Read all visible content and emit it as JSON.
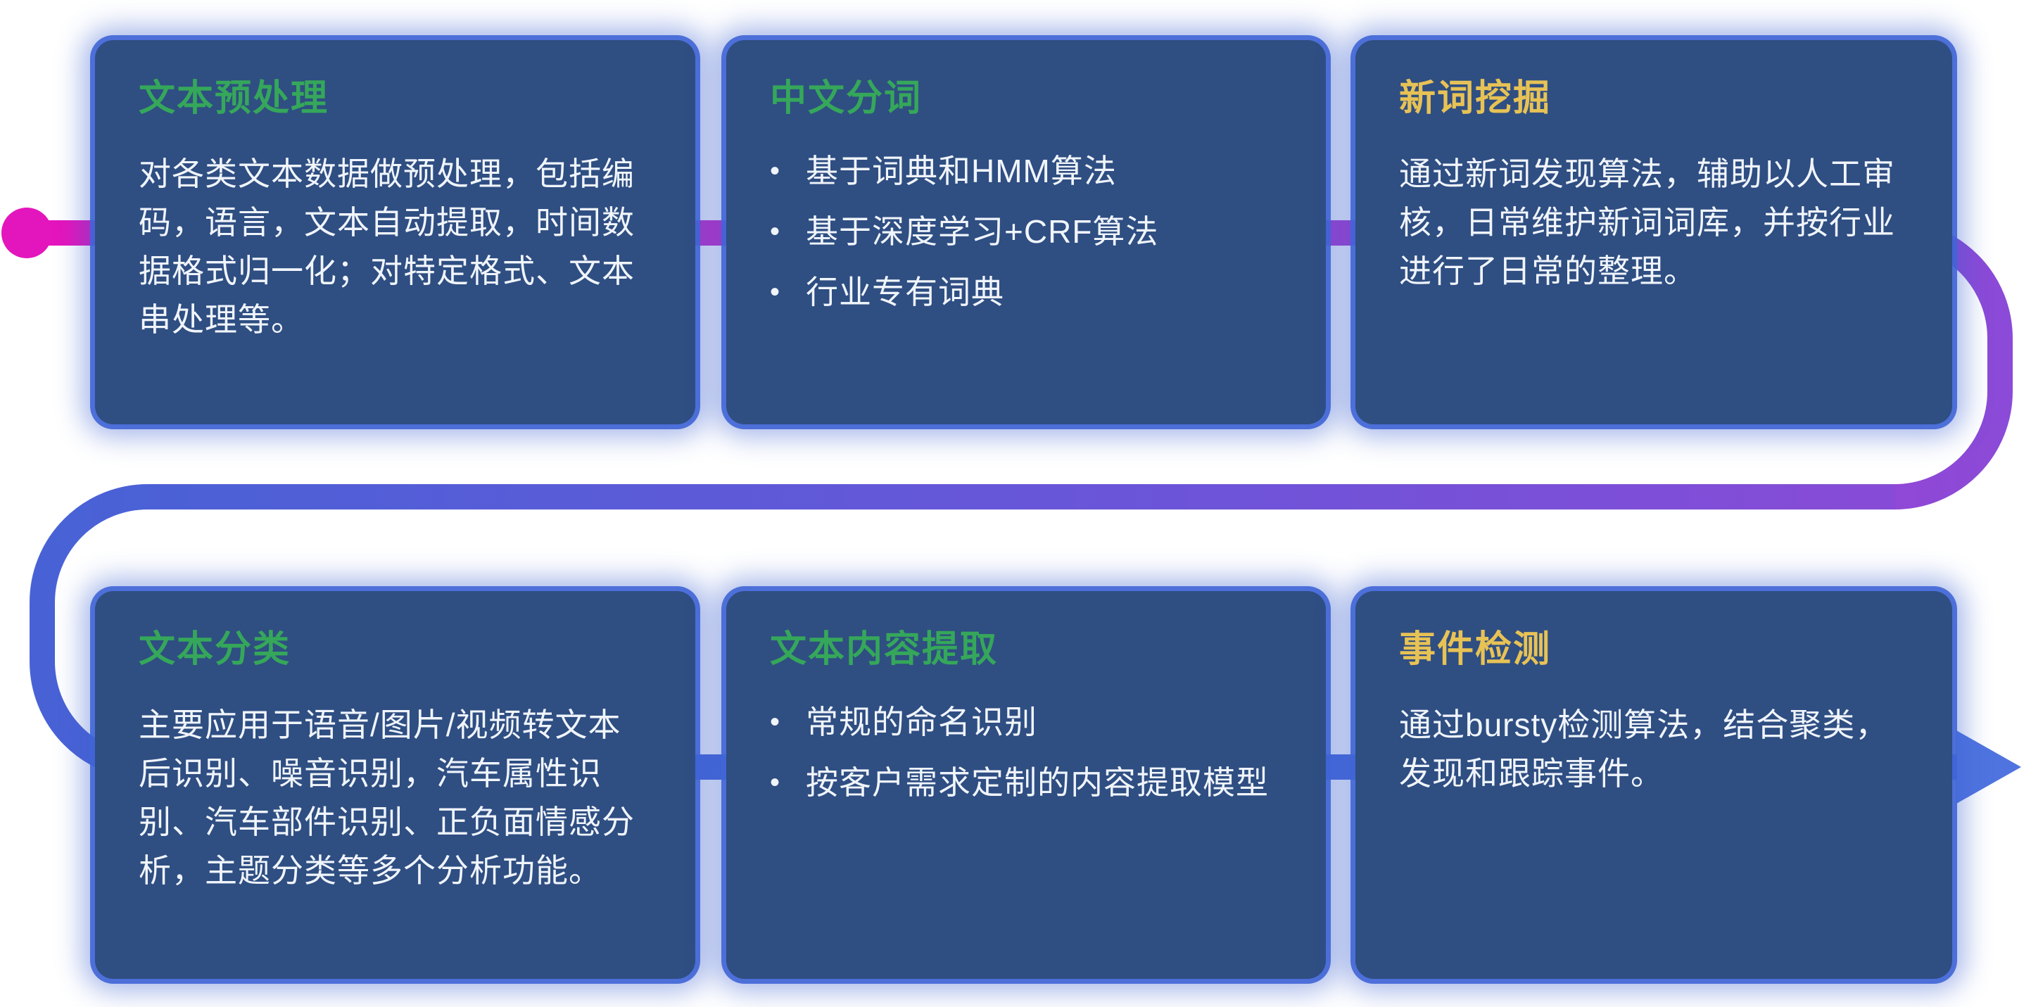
{
  "cards": [
    {
      "id": "text-preprocessing",
      "title": "文本预处理",
      "title_color": "#35a75a",
      "body": "对各类文本数据做预处理，包括编码，语言，文本自动提取，时间数据格式归一化；对特定格式、文本串处理等。"
    },
    {
      "id": "chinese-word-segmentation",
      "title": "中文分词",
      "title_color": "#35a75a",
      "bullets": [
        "基于词典和HMM算法",
        "基于深度学习+CRF算法",
        "行业专有词典"
      ]
    },
    {
      "id": "new-word-mining",
      "title": "新词挖掘",
      "title_color": "#e7c255",
      "body": "通过新词发现算法，辅助以人工审核，日常维护新词词库，并按行业进行了日常的整理。"
    },
    {
      "id": "text-classification",
      "title": "文本分类",
      "title_color": "#35a75a",
      "body": "主要应用于语音/图片/视频转文本后识别、噪音识别，汽车属性识别、汽车部件识别、正负面情感分析，主题分类等多个分析功能。"
    },
    {
      "id": "text-content-extraction",
      "title": "文本内容提取",
      "title_color": "#35a75a",
      "bullets": [
        "常规的命名识别",
        "按客户需求定制的内容提取模型"
      ]
    },
    {
      "id": "event-detection",
      "title": "事件检测",
      "title_color": "#e7c255",
      "body": "通过bursty检测算法，结合聚类，发现和跟踪事件。"
    }
  ],
  "connector": {
    "start_dot_color": "#e316bd",
    "top_gradient": [
      "#e613bb",
      "#8b4ad7"
    ],
    "mid_gradient": [
      "#4862d6",
      "#8b4ad7"
    ],
    "bottom_gradient": [
      "#4463d6",
      "#4b6fdd"
    ],
    "arrow_color": "#4f74e0"
  },
  "colors": {
    "background": "#ffffff",
    "card_bg": "#2f4e82",
    "card_glow": "#4065d6",
    "title_green": "#35a75a",
    "title_yellow": "#e7c255",
    "body_text": "#f0f5fb"
  }
}
